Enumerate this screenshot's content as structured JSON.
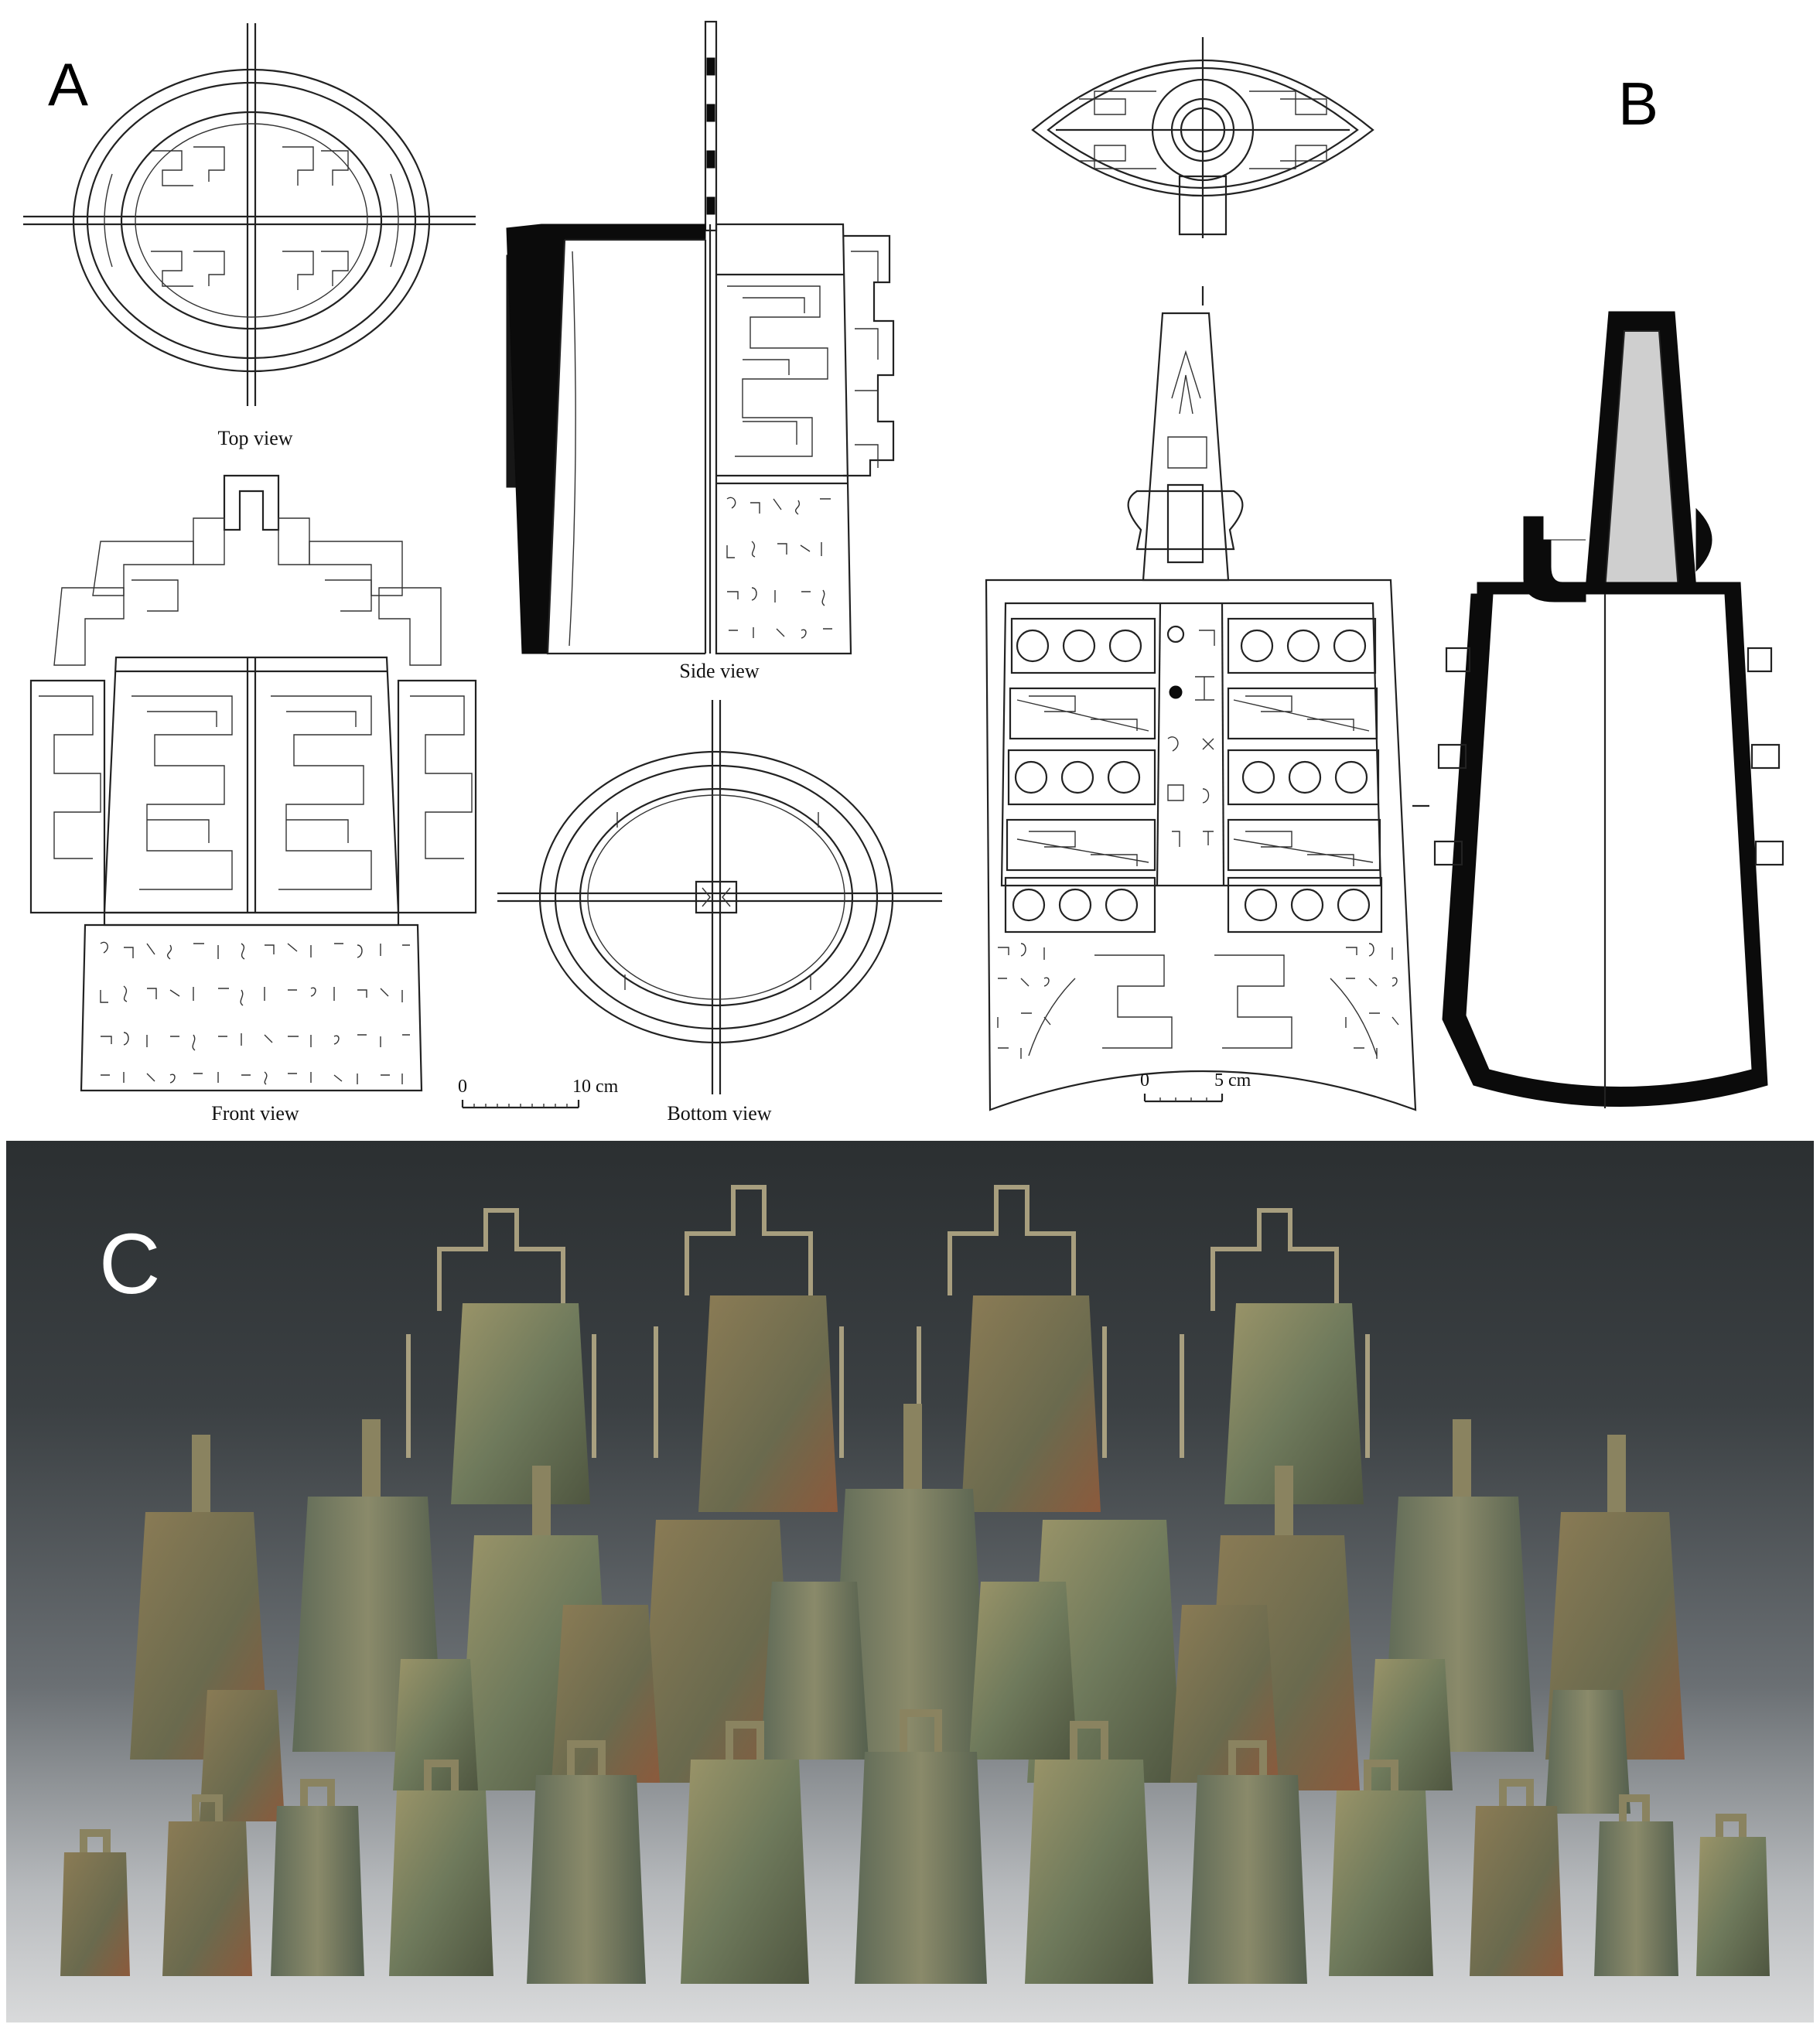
{
  "panels": {
    "a": {
      "letter": "A"
    },
    "b": {
      "letter": "B"
    },
    "c": {
      "letter": "C"
    }
  },
  "captions": {
    "top_view": "Top view",
    "side_view": "Side view",
    "front_view": "Front view",
    "bottom_view": "Bottom view"
  },
  "scale_bars": {
    "a": {
      "zero": "0",
      "end": "10 cm"
    },
    "b": {
      "zero": "0",
      "end": "5 cm"
    }
  },
  "colors": {
    "line": "#222222",
    "bronze": "#8a8358",
    "patina": "#6f7a5c",
    "rust": "#8c5a3c",
    "photo_bg_top": "#2b2f31",
    "photo_bg_bottom": "#d9dadb"
  }
}
